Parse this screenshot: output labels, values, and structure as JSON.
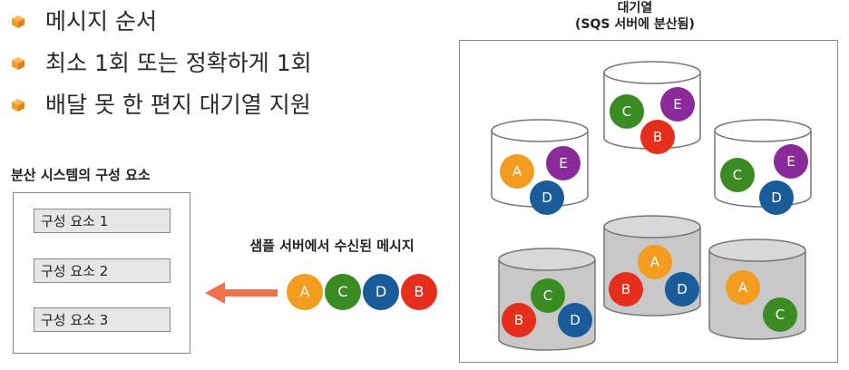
{
  "colors": {
    "A": "#f39c1f",
    "B": "#e62e1c",
    "C": "#3a8c22",
    "D": "#1a5b9a",
    "E": "#8b2a9b",
    "arrow": "#f0724a",
    "bullet": "#f39c1f"
  },
  "bullets": [
    "메시지 순서",
    "최소 1회 또는 정확하게 1회",
    "배달 못 한 편지 대기열 지원"
  ],
  "distributed": {
    "title": "분산 시스템의 구성 요소",
    "components": [
      "구성 요소 1",
      "구성 요소 2",
      "구성 요소 3"
    ]
  },
  "sample": {
    "label": "샘플 서버에서 수신된 메시지",
    "messages": [
      "A",
      "C",
      "D",
      "B"
    ]
  },
  "queue": {
    "title_line1": "대기열",
    "title_line2": "(SQS 서버에 분산됨)",
    "servers": [
      {
        "style": "white",
        "messages": [
          "C",
          "E",
          "B"
        ]
      },
      {
        "style": "white",
        "messages": [
          "A",
          "E",
          "D"
        ]
      },
      {
        "style": "white",
        "messages": [
          "C",
          "E",
          "D"
        ]
      },
      {
        "style": "gray",
        "messages": [
          "C",
          "B",
          "D"
        ]
      },
      {
        "style": "gray",
        "messages": [
          "A",
          "B",
          "D"
        ]
      },
      {
        "style": "gray",
        "messages": [
          "A",
          "C"
        ]
      }
    ]
  }
}
